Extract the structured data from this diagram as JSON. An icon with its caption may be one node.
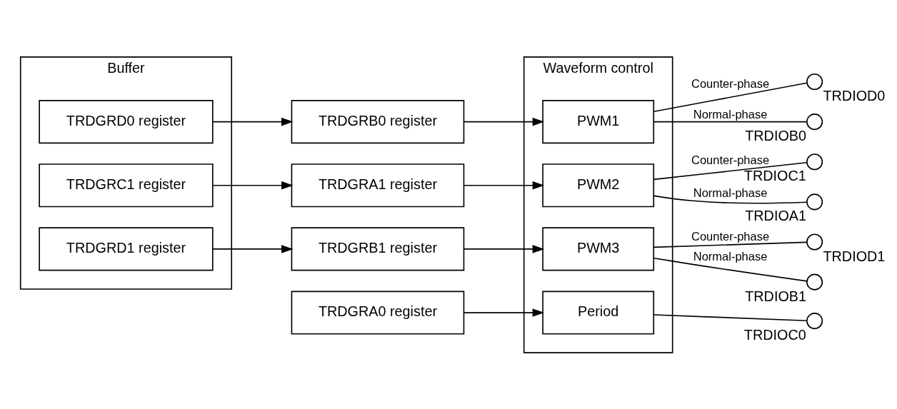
{
  "diagram": {
    "nodes": [
      {
        "text": [
          "Buffer"
        ]
      },
      {
        "text": [
          "TRDGRD0 register"
        ],
        "in": 0
      },
      {
        "text": [
          "TRDGRC1 register"
        ],
        "in": 0
      },
      {
        "text": [
          "TRDGRD1 register"
        ],
        "in": 0
      },
      {
        "text": [
          "TRDGRA0 register"
        ]
      },
      {
        "text": [
          "TRDGRB0 register"
        ]
      },
      {
        "text": [
          "TRDGRA1 register"
        ]
      },
      {
        "text": [
          "TRDGRB1 register"
        ]
      },
      {
        "text": [
          "Waveform control"
        ]
      },
      {
        "text": [
          "Period"
        ],
        "in": 8
      },
      {
        "text": [
          "PWM1"
        ],
        "in": 8
      },
      {
        "text": [
          "PWM2"
        ],
        "in": 8
      },
      {
        "text": [
          "PWM3"
        ],
        "in": 8
      },
      {
        "text": [],
        "shape": "circle",
        "beside": [
          "TRDIOC0"
        ]
      },
      {
        "text": [],
        "shape": "circle",
        "beside": [
          "TRDIOB0"
        ]
      },
      {
        "text": [],
        "shape": "circle",
        "beside": [
          "TRDIOD0"
        ]
      },
      {
        "text": [],
        "shape": "circle",
        "beside": [
          "TRDIOA1"
        ]
      },
      {
        "text": [],
        "shape": "circle",
        "beside": [
          "TRDIOC1"
        ]
      },
      {
        "text": [],
        "shape": "circle",
        "beside": [
          "TRDIOB1"
        ]
      },
      {
        "text": [],
        "shape": "circle",
        "beside": [
          "TRDIOD1"
        ]
      }
    ],
    "edges": [
      {
        "from": 1,
        "to": 5,
        "arrow": "to"
      },
      {
        "from": 2,
        "to": 6,
        "arrow": "to"
      },
      {
        "from": 3,
        "to": 7,
        "arrow": "to"
      },
      {
        "from": 4,
        "to": 9,
        "arrow": "to"
      },
      {
        "from": 5,
        "to": 10,
        "arrow": "to"
      },
      {
        "from": 6,
        "to": 11,
        "arrow": "to"
      },
      {
        "from": 7,
        "to": 12,
        "arrow": "to"
      },
      {
        "from": 9,
        "to": 13,
        "arrow": "none"
      },
      {
        "from": 10,
        "to": 14,
        "arrow": "none",
        "label": "Normal-phase"
      },
      {
        "from": 10,
        "to": 15,
        "arrow": "none",
        "label": "Counter-phase"
      },
      {
        "from": 11,
        "to": 16,
        "arrow": "none",
        "label": "Normal-phase"
      },
      {
        "from": 11,
        "to": 17,
        "arrow": "none",
        "label": "Counter-phase"
      },
      {
        "from": 12,
        "to": 18,
        "arrow": "none",
        "label": "Normal-phase"
      },
      {
        "from": 12,
        "to": 19,
        "arrow": "none",
        "label": "Counter-phase"
      }
    ]
  }
}
